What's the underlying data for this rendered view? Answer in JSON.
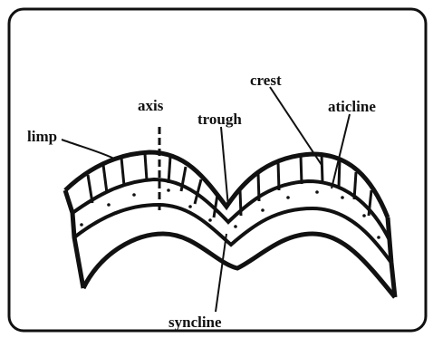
{
  "diagram": {
    "labels": {
      "limp": "limp",
      "axis": "axis",
      "trough": "trough",
      "crest": "crest",
      "aticline": "aticline",
      "syncline": "syncline"
    }
  }
}
